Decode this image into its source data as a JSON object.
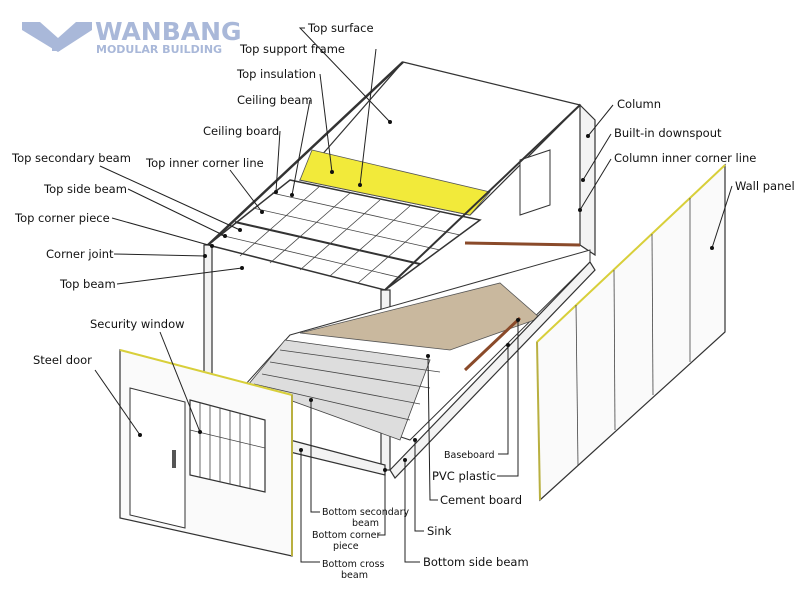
{
  "logo": {
    "name": "WANBANG",
    "tagline": "MODULAR BUILDING"
  },
  "labels": {
    "top_surface": "Top surface",
    "top_support_frame": "Top support frame",
    "top_insulation": "Top insulation",
    "ceiling_beam": "Ceiling beam",
    "ceiling_board": "Ceiling board",
    "top_secondary_beam": "Top secondary beam",
    "top_inner_corner_line": "Top inner corner line",
    "top_side_beam": "Top side beam",
    "top_corner_piece": "Top corner piece",
    "corner_joint": "Corner joint",
    "top_beam": "Top beam",
    "security_window": "Security window",
    "steel_door": "Steel door",
    "column": "Column",
    "built_in_downspout": "Built-in downspout",
    "column_inner_corner_line": "Column inner corner line",
    "wall_panel": "Wall panel",
    "baseboard": "Baseboard",
    "pvc_plastic": "PVC plastic",
    "cement_board": "Cement board",
    "sink": "Sink",
    "bottom_side_beam": "Bottom side beam",
    "bottom_secondary_beam_1": "Bottom secondary",
    "bottom_secondary_beam_2": "beam",
    "bottom_corner_piece_1": "Bottom corner",
    "bottom_corner_piece_2": "piece",
    "bottom_cross_beam_1": "Bottom cross",
    "bottom_cross_beam_2": "beam"
  },
  "colors": {
    "insulation": "#f2ea3a",
    "floor": "#c9b89e",
    "logo": "#a9b8d9"
  }
}
